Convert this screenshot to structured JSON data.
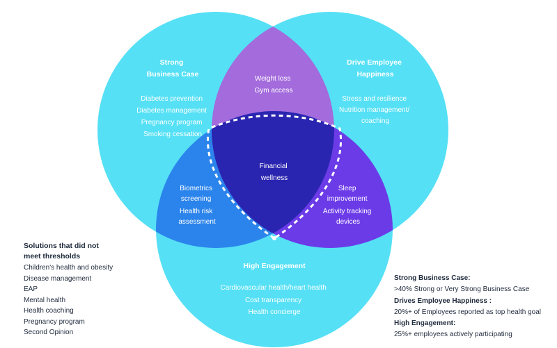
{
  "colors": {
    "cyan": "#55e0f5",
    "purple_top": "#a36bdc",
    "blue_left": "#2b84ec",
    "purple_right": "#6c3be8",
    "center": "#2a25b0",
    "text_dark": "#1f2a3c",
    "text_light": "#ffffff"
  },
  "circles": {
    "left": {
      "title": [
        "Strong",
        "Business Case"
      ],
      "items": [
        "Diabetes prevention",
        "Diabetes management",
        "Pregnancy program",
        "Smoking cessation"
      ]
    },
    "right": {
      "title": [
        "Drive Employee",
        "Happiness"
      ],
      "items": [
        "Stress and resilience",
        "Nutrition management/",
        "coaching"
      ]
    },
    "bottom": {
      "title": [
        "High Engagement"
      ],
      "items": [
        "Cardiovascular health/heart health",
        "Cost transparency",
        "Health concierge"
      ]
    }
  },
  "overlaps": {
    "top": [
      "Weight loss",
      "Gym access"
    ],
    "left": [
      "Biometrics",
      "screening",
      "Health risk",
      "assessment"
    ],
    "right": [
      "Sleep",
      "improvement",
      "Activity tracking",
      "devices"
    ],
    "center": [
      "Financial",
      "wellness"
    ]
  },
  "notes": {
    "title": [
      "Solutions that did not",
      "meet thresholds"
    ],
    "items": [
      "Children's health and obesity",
      "Disease management",
      "EAP",
      "Mental health",
      "Health coaching",
      "Pregnancy program",
      "Second Opinion"
    ]
  },
  "legend": [
    {
      "heading": "Strong Business Case:",
      "text": ">40% Strong or Very Strong Business Case"
    },
    {
      "heading": "Drives Employee Happiness :",
      "text": "20%+ of Employees reported as top health goal"
    },
    {
      "heading": "High Engagement:",
      "text": "25%+ employees actively participating"
    }
  ]
}
